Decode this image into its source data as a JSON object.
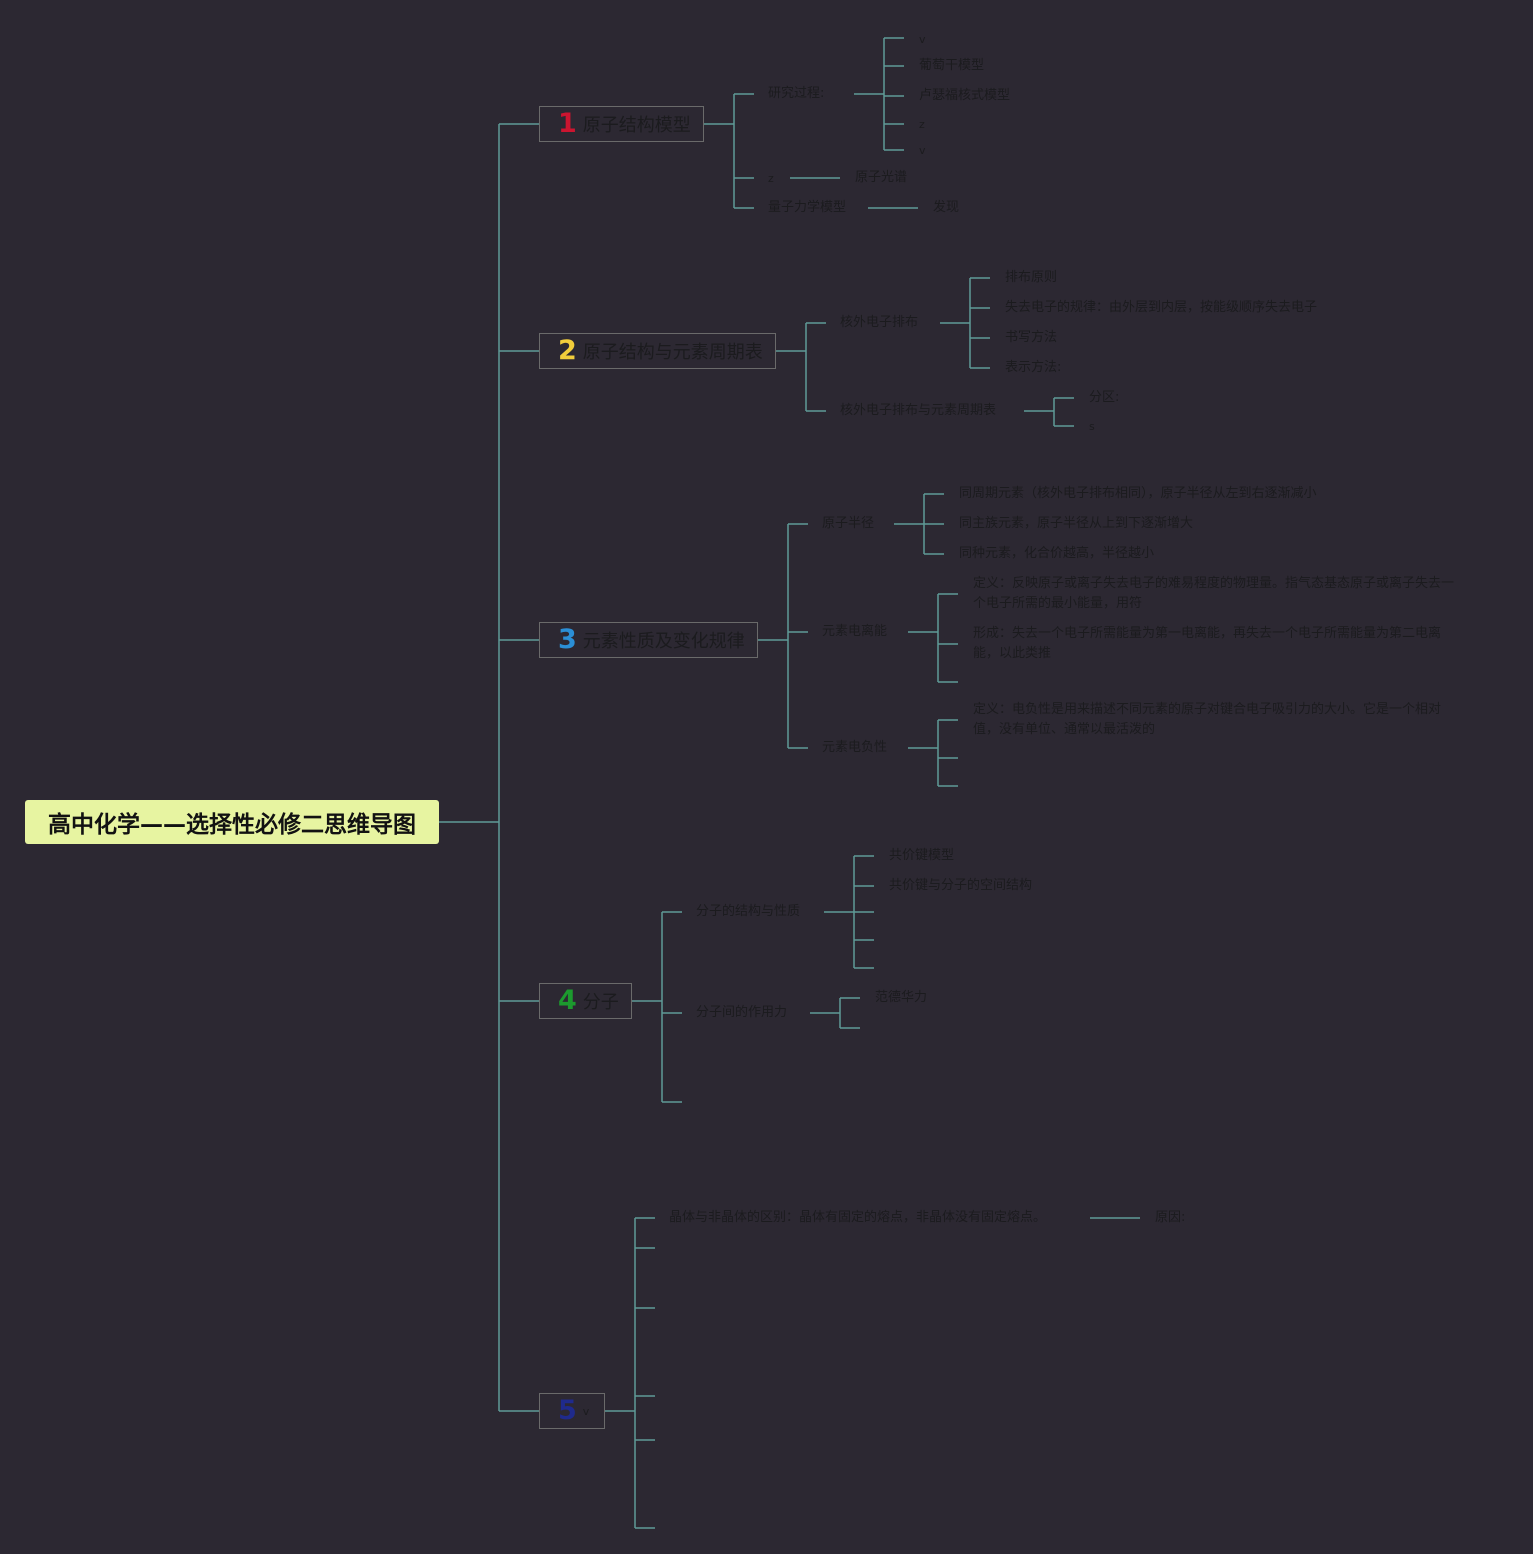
{
  "root": {
    "title": "高中化学——选择性必修二思维导图"
  },
  "colors": {
    "background": "#2c2832",
    "line": "#5e9a97",
    "root_fill": "#e7f4a1"
  },
  "topics": [
    {
      "num": "1",
      "label": "原子结构模型",
      "color": "#cc1530"
    },
    {
      "num": "2",
      "label": "原子结构与元素周期表",
      "color": "#f2cd3b"
    },
    {
      "num": "3",
      "label": "元素性质及变化规律",
      "color": "#2b8fd6"
    },
    {
      "num": "4",
      "label": "分子",
      "color": "#1c9a2e"
    },
    {
      "num": "5",
      "label": "v",
      "color": "#1f2a8c"
    }
  ],
  "t1": {
    "research": "研究过程:",
    "research_items": [
      "v",
      "葡萄干模型",
      "卢瑟福核式模型",
      "z",
      "v"
    ],
    "z": "z",
    "spectrum": "原子光谱",
    "quantum": "量子力学模型",
    "discover": "发现"
  },
  "t2": {
    "config": "核外电子排布",
    "config_items": [
      "排布原则",
      "失去电子的规律：由外层到内层，按能级顺序失去电子",
      "书写方法",
      "表示方法:"
    ],
    "config_table": "核外电子排布与元素周期表",
    "table_items": [
      "分区:",
      "s"
    ]
  },
  "t3": {
    "radius": "原子半径",
    "radius_items": [
      "同周期元素（核外电子排布相同），原子半径从左到右逐渐减小",
      "同主族元素，原子半径从上到下逐渐增大",
      "同种元素，化合价越高，半径越小"
    ],
    "ionization": "元素电离能",
    "ionization_items": [
      "定义：反映原子或离子失去电子的难易程度的物理量。指气态基态原子或离子失去一个电子所需的最小能量，用符",
      "形成：失去一个电子所需能量为第一电离能，再失去一个电子所需能量为第二电离能，以此类推"
    ],
    "electroneg": "元素电负性",
    "electroneg_items": [
      "定义：电负性是用来描述不同元素的原子对键合电子吸引力的大小。它是一个相对值，没有单位、通常以最活泼的"
    ]
  },
  "t4": {
    "structure": "分子的结构与性质",
    "structure_items": [
      "共价键模型",
      "共价键与分子的空间结构"
    ],
    "force": "分子间的作用力",
    "force_items": [
      "范德华力"
    ]
  },
  "t5": {
    "crystal": "晶体与非晶体的区别：晶体有固定的熔点，非晶体没有固定熔点。",
    "reason": "原因:"
  }
}
